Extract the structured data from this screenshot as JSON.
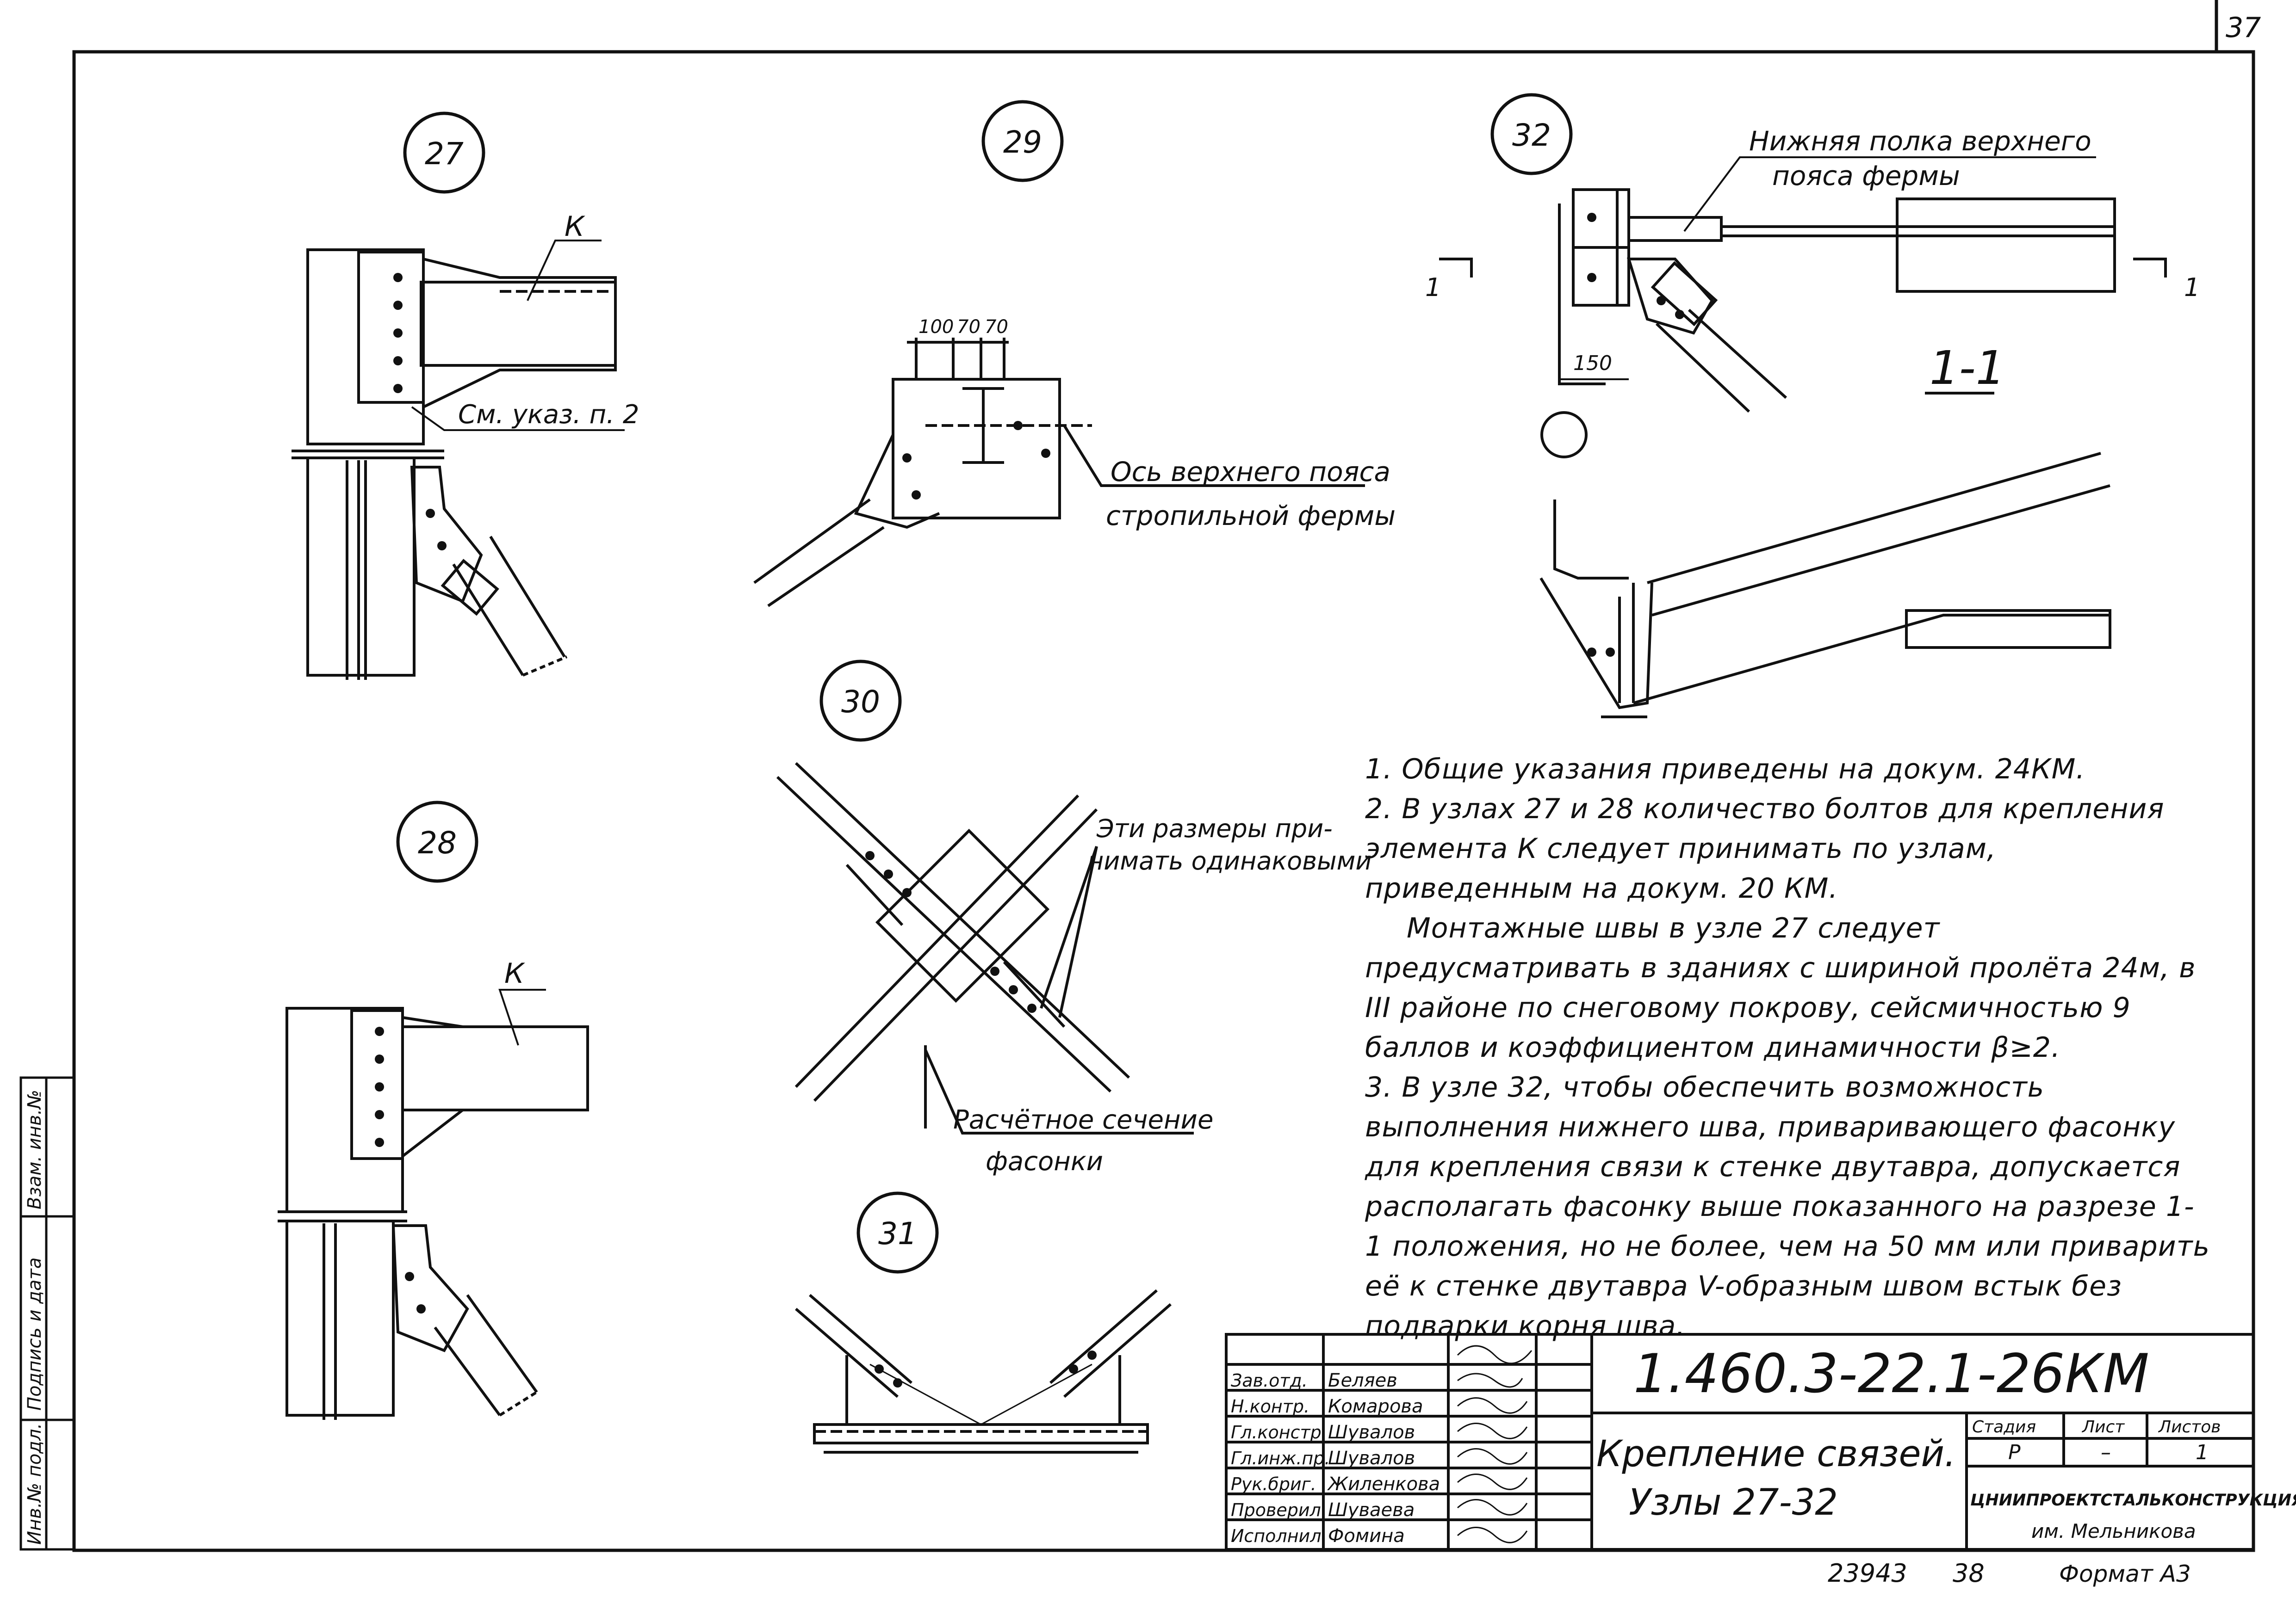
{
  "sheet_number": "37",
  "details": {
    "n27": "27",
    "n28": "28",
    "n29": "29",
    "n30": "30",
    "n31": "31",
    "n32": "32"
  },
  "labels": {
    "k": "К",
    "see_note": "См. указ. п. 2",
    "axis_top_chord": "Ось верхнего пояса",
    "axis_top_chord_2": "стропильной фермы",
    "dims_29": [
      "100",
      "70",
      "70"
    ],
    "same_dims_1": "Эти размеры при-",
    "same_dims_2": "нимать одинаковыми",
    "calc_section_1": "Расчётное сечение",
    "calc_section_2": "фасонки",
    "lower_flange_1": "Нижняя полка верхнего",
    "lower_flange_2": "пояса фермы",
    "dim_150": "150",
    "section_mark": "1",
    "section_title": "1-1"
  },
  "notes": [
    "1. Общие указания приведены на докум. 24КМ.",
    "2. В узлах 27 и 28 количество болтов для крепления элемента К следует принимать по узлам, приведенным на докум. 20 КМ.",
    "Монтажные швы в узле 27 следует предусматривать в зданиях с шириной пролёта 24м, в III районе по снеговому покрову, сейсмичностью 9 баллов и коэффициентом динамичности β≥2.",
    "3. В узле 32, чтобы обеспечить возможность выполнения нижнего шва, приваривающего фасонку для крепления связи к стенке двутавра, допускается располагать фасонку выше показанного на разрезе 1-1 положения, но не более, чем на 50 мм или приварить её к стенке двутавра V-образным швом встык без подварки корня шва."
  ],
  "side_stamp": [
    "Инв.№ подл.",
    "Подпись и дата",
    "Взам. инв.№"
  ],
  "title_block": {
    "code": "1.460.3-22.1-26КМ",
    "title_1": "Крепление связей.",
    "title_2": "Узлы 27-32",
    "roles": [
      "Зав.отд.",
      "Н.контр.",
      "Гл.констр.",
      "Гл.инж.пр.",
      "Рук.бриг.",
      "Проверил",
      "Исполнил"
    ],
    "names": [
      "Беляев",
      "Комарова",
      "Шувалов",
      "Шувалов",
      "Жиленкова",
      "Шуваева",
      "Фомина"
    ],
    "stage_h": "Стадия",
    "sheet_h": "Лист",
    "sheets_h": "Листов",
    "stage": "Р",
    "sheet": "–",
    "sheets": "1",
    "org_1": "ЦНИИПРОЕКТСТАЛЬКОНСТРУКЦИЯ",
    "org_2": "им. Мельникова"
  },
  "footer": {
    "number": "23943",
    "copy": "38",
    "format": "Формат А3"
  }
}
